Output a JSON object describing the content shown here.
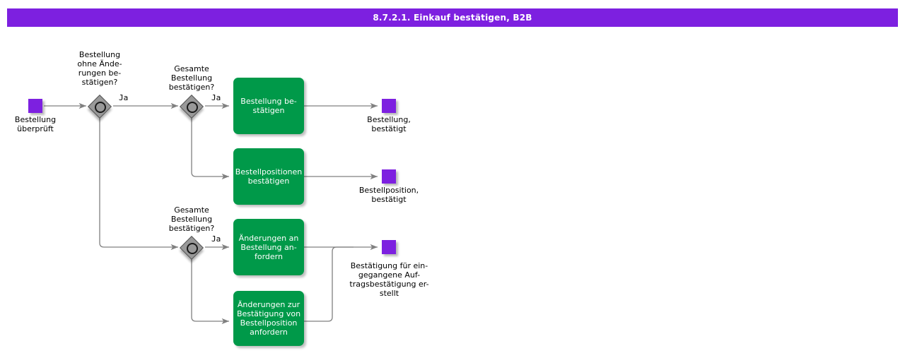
{
  "header": {
    "title": "8.7.2.1. Einkauf bestätigen, B2B",
    "bar_color": "#7d20e0",
    "text_color": "#ffffff"
  },
  "palette": {
    "event_purple": "#7d20e0",
    "task_green": "#009949",
    "gateway_gray": "#999999",
    "edge_gray": "#808080",
    "text_black": "#000000",
    "canvas_white": "#ffffff"
  },
  "diagram": {
    "type": "bpmn-flowchart",
    "start_events": [
      {
        "id": "start1",
        "label": "Bestellung\nüberprüft"
      }
    ],
    "gateways": [
      {
        "id": "gw1",
        "label": "Bestellung\nohne Ände-\nrungen be-\nstätigen?",
        "kind": "event-based"
      },
      {
        "id": "gw2",
        "label": "Gesamte\nBestellung\nbestätigen?",
        "kind": "event-based"
      },
      {
        "id": "gw3",
        "label": "Gesamte\nBestellung\nbestätigen?",
        "kind": "event-based"
      }
    ],
    "tasks": [
      {
        "id": "task1",
        "label": "Bestellung be-\nstätigen"
      },
      {
        "id": "task2",
        "label": "Bestellpositionen\nbestätigen"
      },
      {
        "id": "task3",
        "label": "Änderungen an\nBestellung an-\nfordern"
      },
      {
        "id": "task4",
        "label": "Änderungen zur\nBestätigung von\nBestellposition\nanfordern"
      }
    ],
    "end_events": [
      {
        "id": "end1",
        "label": "Bestellung,\nbestätigt"
      },
      {
        "id": "end2",
        "label": "Bestellposition,\nbestätigt"
      },
      {
        "id": "end3",
        "label": "Bestätigung für ein-\ngegangene Auf-\ntragsbestätigung er-\nstellt"
      }
    ],
    "edge_labels": [
      {
        "id": "edge-ja-1",
        "text": "Ja"
      },
      {
        "id": "edge-ja-2",
        "text": "Ja"
      },
      {
        "id": "edge-ja-3",
        "text": "Ja"
      }
    ]
  }
}
